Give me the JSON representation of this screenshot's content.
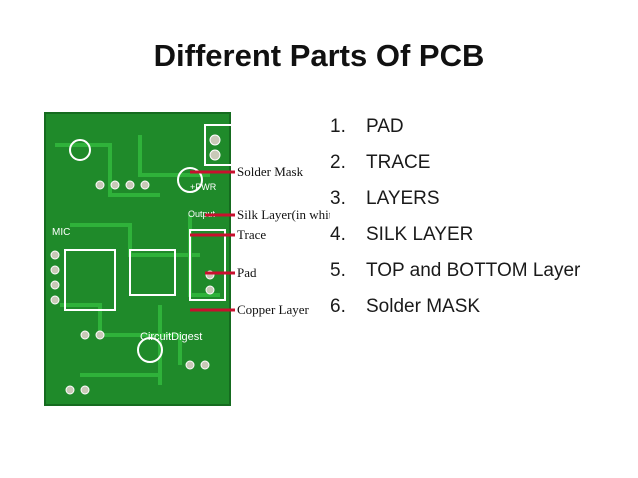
{
  "slide": {
    "title": "Different Parts Of PCB",
    "list": [
      {
        "number": "1.",
        "text": "PAD"
      },
      {
        "number": "2.",
        "text": "TRACE"
      },
      {
        "number": "3.",
        "text": "LAYERS"
      },
      {
        "number": "4.",
        "text": "SILK LAYER"
      },
      {
        "number": "5.",
        "text": "TOP and BOTTOM Layer"
      },
      {
        "number": "6.",
        "text": "Solder MASK"
      }
    ]
  },
  "figure": {
    "callouts": {
      "solder_mask": "Solder Mask",
      "silk_layer": "Silk Layer(in white)",
      "trace": "Trace",
      "pad": "Pad",
      "copper_layer": "Copper Layer"
    },
    "board_labels": {
      "mic": "MIC",
      "brand": "CircuitDigest",
      "output": "Output",
      "pwr": "+PWR"
    }
  },
  "colors": {
    "board_green": "#1f8a2a",
    "trace_green": "#2fb23a",
    "callout_red": "#c8102e",
    "silk_white": "#ffffff"
  }
}
